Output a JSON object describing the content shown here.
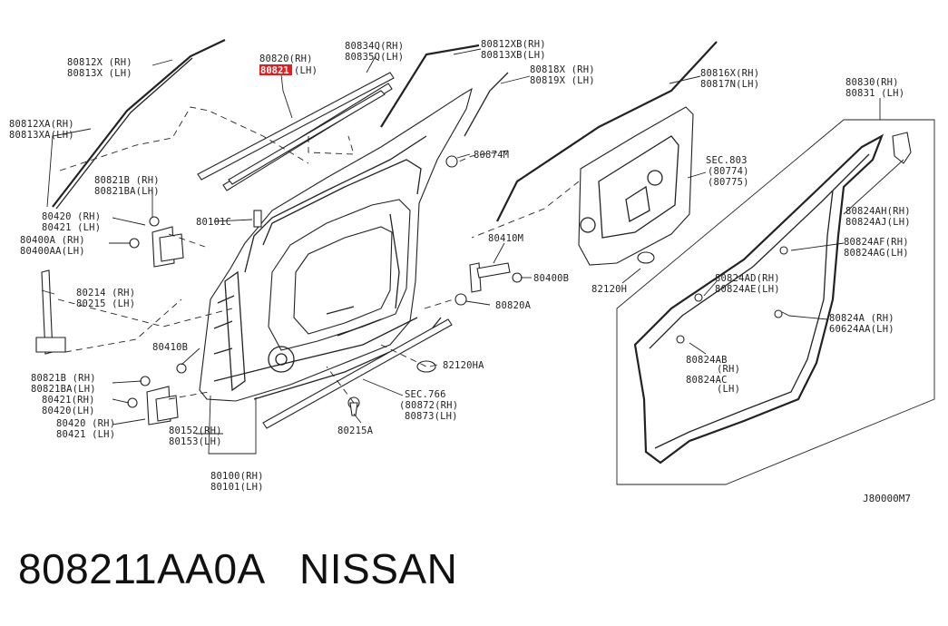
{
  "labels": {
    "l80812x": "80812X (RH)",
    "l80813x": "80813X (LH)",
    "l80812xa": "80812XA(RH)",
    "l80813xa": "80813XA(LH)",
    "l80820": "80820(RH)",
    "l80821_highlight": "80821",
    "l80821_suffix": "(LH)",
    "l80834q": "80834Q(RH)",
    "l80835q": "80835Q(LH)",
    "l80812xb": "80812XB(RH)",
    "l80813xb": "80813XB(LH)",
    "l80818x": "80818X (RH)",
    "l80819x": "80819X (LH)",
    "l80816x": "80816X(RH)",
    "l80817n": "80817N(LH)",
    "l80830": "80830(RH)",
    "l80831": "80831 (LH)",
    "l80821b_top": "80821B (RH)",
    "l80821ba_top": "80821BA(LH)",
    "l80874m": "80874M",
    "lsec803": "SEC.803",
    "l80774": "(80774)",
    "l80775": "(80775)",
    "l80420_top": "80420 (RH)",
    "l80421_top": "80421 (LH)",
    "l80400a": "80400A (RH)",
    "l80400aa": "80400AA(LH)",
    "l80101c": "80101C",
    "l80410m": "80410M",
    "l80824ah": "80824AH(RH)",
    "l80824aj": "80824AJ(LH)",
    "l80824af": "80824AF(RH)",
    "l80824ag": "80824AG(LH)",
    "l80400b": "80400B",
    "l82120h": "82120H",
    "l80214": "80214 (RH)",
    "l80215": "80215 (LH)",
    "l80820a": "80820A",
    "l80824ad": "80824AD(RH)",
    "l80824ae": "80824AE(LH)",
    "l80824a": "80824A (RH)",
    "l60624aa": "60624AA(LH)",
    "l80410b": "80410B",
    "l80824ab": "80824AB",
    "l80824ab_rh": "(RH)",
    "l80824ac": "80824AC",
    "l80824ac_lh": "(LH)",
    "l82120ha": "82120HA",
    "l80821b_bot": "80821B (RH)",
    "l80821ba_bot": "80821BA(LH)",
    "l80421_mid": "80421(RH)",
    "l80420_mid": "80420(LH)",
    "l80420_bot": "80420 (RH)",
    "l80421_bot": "80421 (LH)",
    "lsec766": "SEC.766",
    "l80872": "(80872(RH)",
    "l80873": "80873(LH)",
    "l80152": "80152(RH)",
    "l80153": "80153(LH)",
    "l80215a": "80215A",
    "l80100": "80100(RH)",
    "l80101": "80101(LH)"
  },
  "diagram_code": "J80000M7",
  "footer": {
    "part_number": "808211AA0A",
    "brand": "NISSAN"
  },
  "colors": {
    "highlight": "#e02020",
    "ink": "#222222"
  }
}
